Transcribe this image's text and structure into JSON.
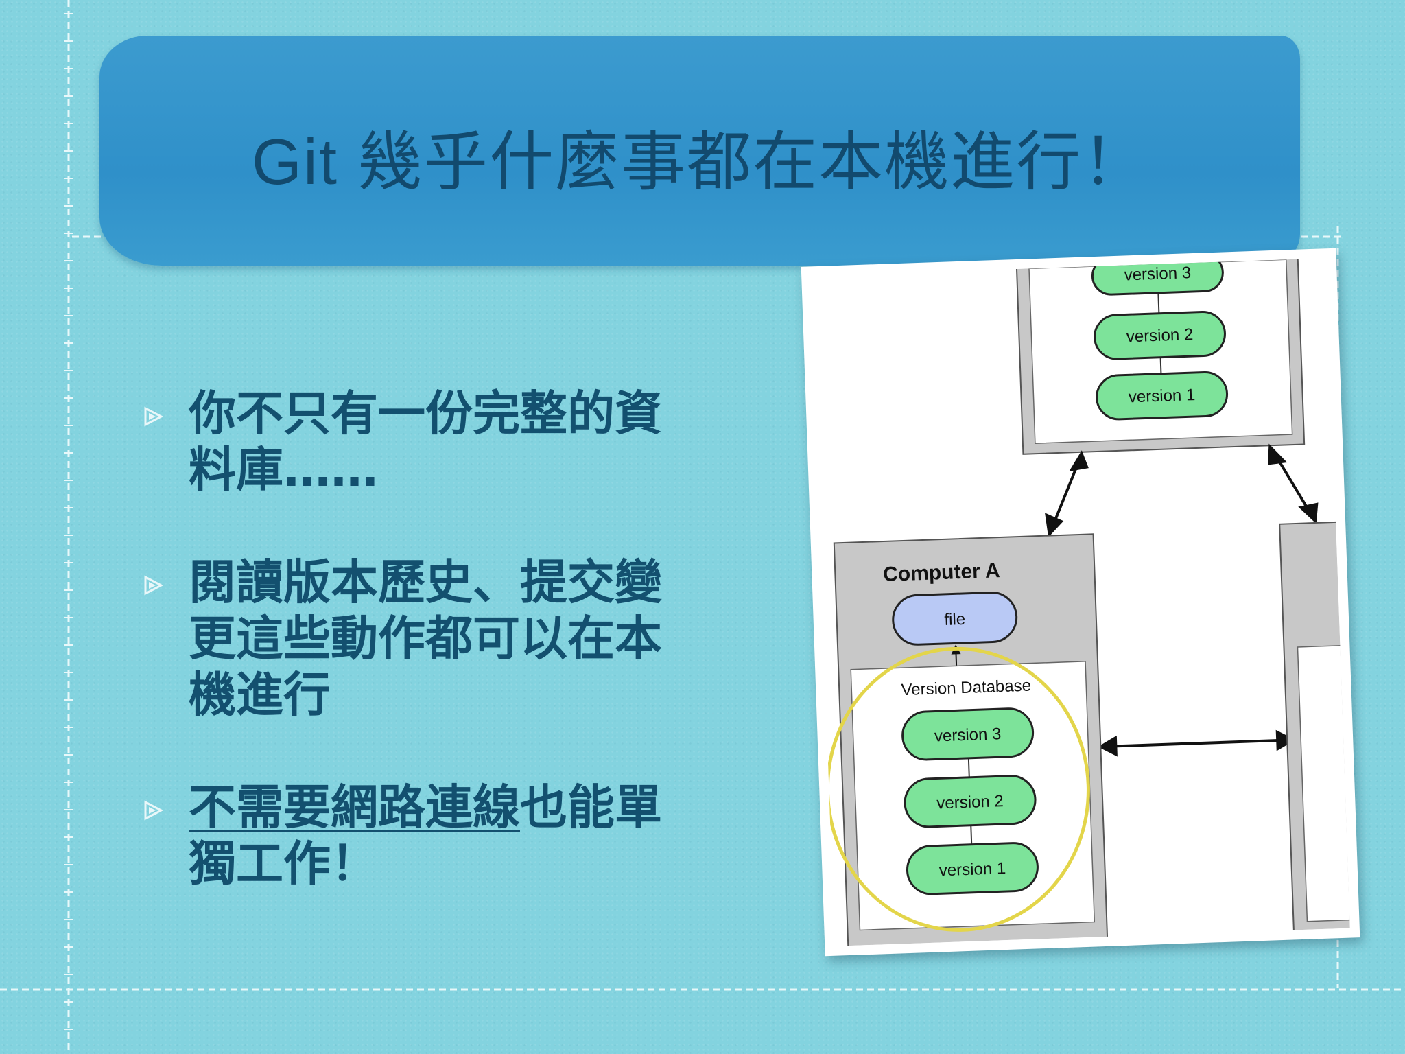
{
  "slide": {
    "title": "Git 幾乎什麼事都在本機進行！"
  },
  "bullets": [
    {
      "text": "你不只有一份完整的資料庫……"
    },
    {
      "text": "閱讀版本歷史、提交變更這些動作都可以在本機進行"
    },
    {
      "underlined": "不需要網路連線",
      "text": "也能單獨工作！"
    }
  ],
  "diagram": {
    "server_versions": [
      "version 3",
      "version 2",
      "version 1"
    ],
    "computer_a": {
      "label": "Computer A",
      "file_label": "file",
      "db_label": "Version Database",
      "versions": [
        "version 3",
        "version 2",
        "version 1"
      ]
    }
  },
  "colors": {
    "background": "#83d3df",
    "banner": "#2f90c9",
    "title_text": "#124a6e",
    "bullet_text": "#13506f",
    "version_pill": "#7de39a",
    "file_pill": "#b9c9f5",
    "highlight_circle": "#e3d54a",
    "machine_box": "#c8c8c8"
  }
}
